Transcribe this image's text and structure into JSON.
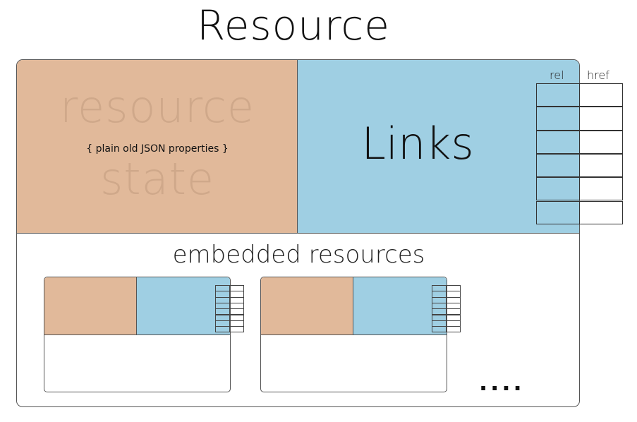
{
  "title": "Resource",
  "resource_state": {
    "line1": "resource",
    "subtitle": "{ plain old JSON properties }",
    "line2": "state"
  },
  "links": {
    "label": "Links",
    "column_rel": "rel",
    "column_href": "href",
    "row_count": 6
  },
  "embedded": {
    "label": "embedded resources",
    "ellipsis": "...."
  },
  "colors": {
    "state": "#e1b99a",
    "links": "#9fcfe3",
    "border": "#555555"
  }
}
